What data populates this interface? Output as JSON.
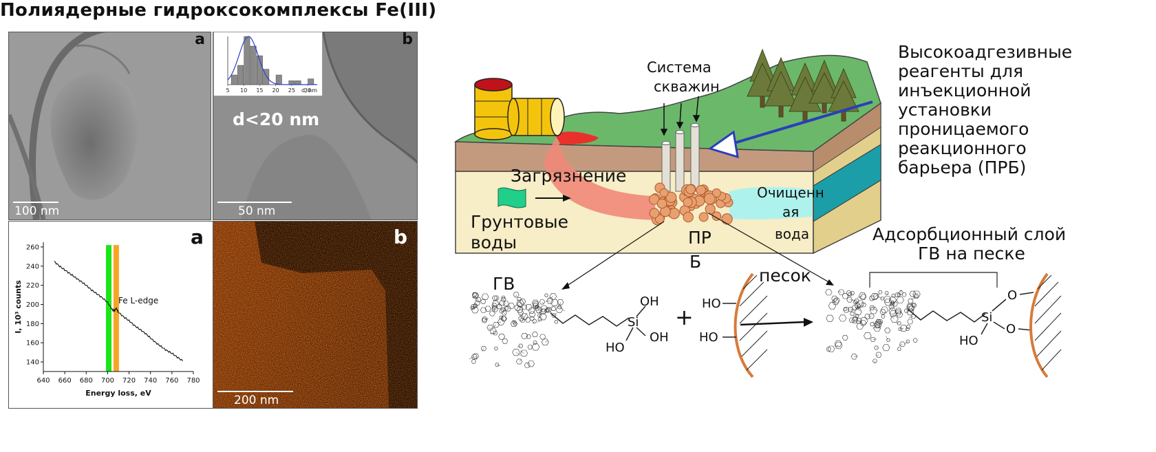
{
  "title": "Полиядерные гидроксокомплексы Fe(III)",
  "tem": {
    "panel_a_label": "a",
    "panel_a_scale": "100 nm",
    "panel_b_label": "b",
    "panel_b_scale": "50 nm",
    "panel_b_annotation": "d<20 nm",
    "inset_xlabel": "d, nm"
  },
  "chart_data": [
    {
      "type": "bar",
      "categories": [
        "7",
        "9",
        "11",
        "13",
        "15",
        "17",
        "19",
        "21",
        "23",
        "25",
        "27",
        "29",
        "31"
      ],
      "values": [
        5,
        10,
        25,
        20,
        15,
        8,
        0,
        5,
        0,
        2,
        2,
        0,
        3
      ],
      "xticks": [
        "5",
        "10",
        "15",
        "20",
        "25",
        "30"
      ],
      "xlabel": "d, nm",
      "xlim": [
        5,
        33
      ],
      "ylim": [
        0,
        25
      ],
      "fit_curve": "gaussian"
    },
    {
      "type": "line",
      "xlabel": "Energy loss, eV",
      "ylabel": "I, 10³ counts",
      "xlim": [
        640,
        780
      ],
      "ylim": [
        130,
        265
      ],
      "xticks": [
        640,
        660,
        680,
        700,
        720,
        740,
        760,
        780
      ],
      "yticks": [
        140,
        160,
        180,
        200,
        220,
        240,
        260
      ],
      "series": [
        {
          "x": [
            650,
            655,
            660,
            665,
            670,
            675,
            680,
            685,
            690,
            695,
            700,
            704,
            706,
            708,
            710,
            715,
            720,
            725,
            730,
            735,
            740,
            745,
            750,
            755,
            760,
            765,
            770
          ],
          "y": [
            245,
            240,
            236,
            232,
            228,
            224,
            220,
            215,
            211,
            207,
            202,
            195,
            193,
            196,
            192,
            187,
            183,
            178,
            174,
            170,
            165,
            160,
            156,
            152,
            149,
            145,
            141
          ]
        }
      ],
      "bands": [
        {
          "x": 701,
          "color": "#19e619"
        },
        {
          "x": 708,
          "color": "#f5a623"
        }
      ],
      "annotation": "Fe L-edge"
    }
  ],
  "eels": {
    "panel_a_label": "a",
    "panel_b_label": "b",
    "map_scale": "200 nm"
  },
  "diagram": {
    "wells_label_1": "Система",
    "wells_label_2": "скважин",
    "pollution": "Загрязнение",
    "groundwater_1": "Грунтовые",
    "groundwater_2": "воды",
    "clean_1": "Очищенн",
    "clean_2": "ая",
    "clean_3": "вода",
    "prb_1": "ПР",
    "prb_2": "Б",
    "reagents": [
      "Высокоадгезивные",
      "реагенты для",
      "инъекционной",
      "установки",
      "проницаемого",
      "реакционного",
      "барьера (ПРБ)"
    ],
    "gv": "ГВ",
    "sand": "песок",
    "adsorb_1": "Адсорбционный слой",
    "adsorb_2": "ГВ на песке",
    "plus": "+",
    "oh": "OH",
    "ho": "HO",
    "si": "Si",
    "o": "O",
    "colors": {
      "grass": "#6bb86b",
      "soil": "#c49a7e",
      "sand": "#f7edc6",
      "aquifer": "#1c9ea8",
      "plume": "#f08878",
      "clean_water": "#aef2ee",
      "barrel": "#f4c40c",
      "spill": "#e8312a",
      "arrow_blue": "#2a3fb8",
      "sand_grain": "#e08a56"
    }
  }
}
